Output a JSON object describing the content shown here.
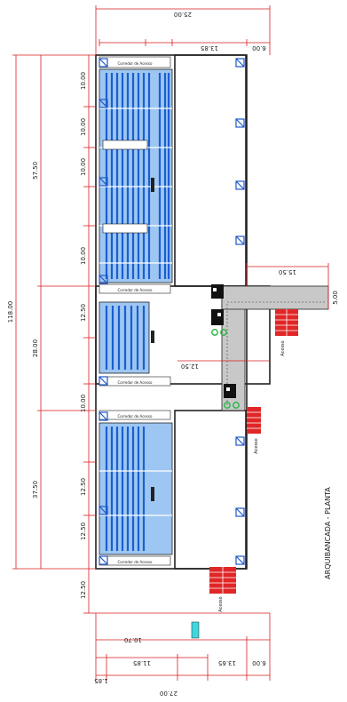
{
  "drawing": {
    "title": "ARQUIBANCADA - PLANTA",
    "colors": {
      "dimension": "#d81e1e",
      "outline": "#222222",
      "seating": "#3b7ddd",
      "seating_light": "#9ec6f2",
      "column": "#1f57c7",
      "stair": "#e02626",
      "elevator": "#111111",
      "ramp": "#bdbdbd",
      "green": "#2fb84a",
      "cyan": "#3fd6e0"
    }
  },
  "dimensions": {
    "total_height": "118.00",
    "left_segments": [
      "57.50",
      "28.00",
      "37.50"
    ],
    "bay_segments": [
      "10.00",
      "10.00",
      "10.00",
      "10.00",
      "12.50",
      "10.00",
      "12.50",
      "12.50",
      "12.50"
    ],
    "top_overall": "25.00",
    "top_sub_main": "13.85",
    "top_sub_right": "6.00",
    "bottom_overall": "27.00",
    "bottom_a": "1.85",
    "bottom_b": "11.85",
    "bottom_c": "13.65",
    "bottom_d": "6.00",
    "bottom_inner": "10.70",
    "ramp_width": "15.50",
    "ramp_right": "5.00",
    "middle_span": "12.50"
  },
  "labels": {
    "corridor": "Corredor de Acesso",
    "acesso": "Acesso"
  }
}
